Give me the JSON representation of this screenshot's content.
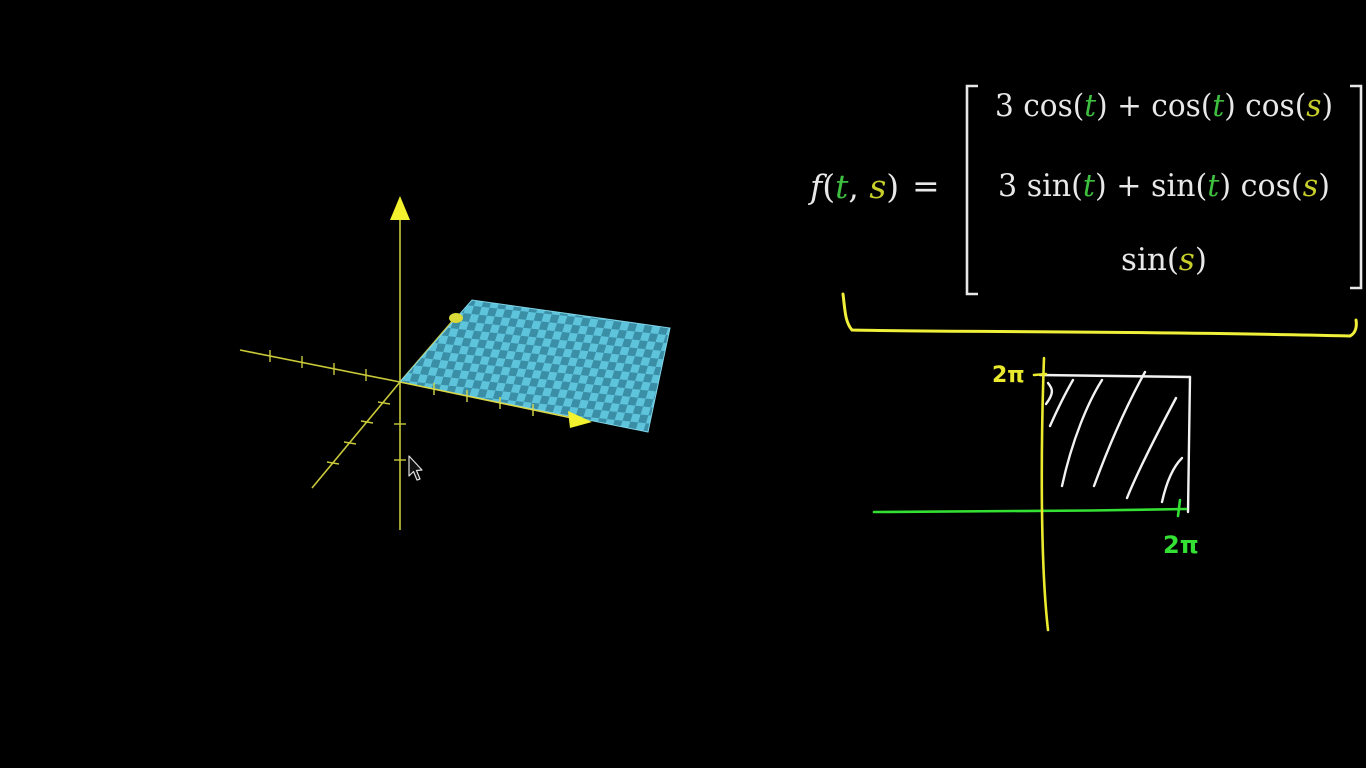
{
  "colors": {
    "background": "#000000",
    "text": "#e8e8e8",
    "var_t": "#3fbf3f",
    "var_s": "#c8cf2a",
    "axes": "#c9c93a",
    "arrow": "#f2f22e",
    "surface_a": "#5ec4dc",
    "surface_b": "#3a8ea6",
    "bracket": "#f0f03a",
    "hand_axis_h": "#33e033",
    "hand_axis_v": "#eaea2e",
    "hatch": "#f2f2f2"
  },
  "icons": {
    "cursor": "mouse-pointer-icon"
  },
  "formula": {
    "lhs": {
      "func": "f",
      "open": "(",
      "t": "t",
      "comma": ", ",
      "s": "s",
      "close": ")",
      "eq": "="
    },
    "row1": {
      "a": "3 cos(",
      "t1": "t",
      "b": ") + cos(",
      "t2": "t",
      "c": ") cos(",
      "s1": "s",
      "d": ")"
    },
    "row2": {
      "a": "3 sin(",
      "t1": "t",
      "b": ") + sin(",
      "t2": "t",
      "c": ") cos(",
      "s1": "s",
      "d": ")"
    },
    "row3": {
      "a": "sin(",
      "s1": "s",
      "d": ")"
    }
  },
  "sketch": {
    "label_vertical": "2π",
    "label_horizontal": "2π"
  }
}
